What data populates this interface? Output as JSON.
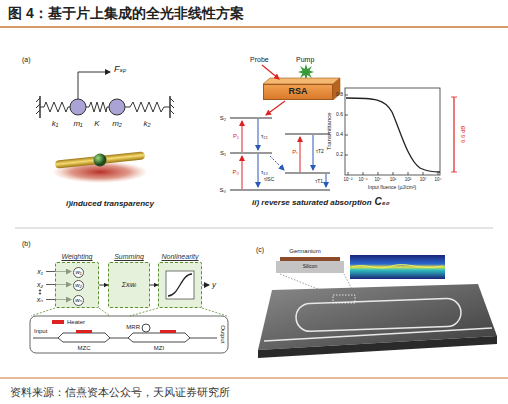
{
  "diagram": {
    "title": "图 4：基于片上集成的全光非线性方案",
    "caption": "资料来源：信熹资本公众号，天风证券研究所",
    "nodes": [
      {
        "text": [
          "RSA"
        ]
      },
      {
        "text": [
          "Weighting"
        ]
      },
      {
        "text": [
          "w₁"
        ],
        "in": 1
      },
      {
        "text": [
          "w₂"
        ],
        "in": 1
      },
      {
        "text": [
          "wₙ"
        ],
        "in": 1
      },
      {
        "text": [
          "Summing",
          "Σxᵢwᵢ"
        ]
      },
      {
        "text": [
          "Nonlinearity"
        ]
      }
    ],
    "edges": [
      {
        "from": 1,
        "to": 5,
        "arrow": "to"
      },
      {
        "from": 5,
        "to": 6,
        "arrow": "to"
      }
    ],
    "labels": [
      "(a)",
      "Fₛₚ",
      "k₁",
      "m₁",
      "K",
      "m₂",
      "k₂",
      "i)induced transparency",
      "Probe",
      "Pump",
      "S₂",
      "S₁",
      "S₀",
      "P₁",
      "P₀",
      "τ₂₁",
      "τ₁₀",
      "τISC",
      "Pₜ",
      "τT2",
      "τT1",
      "Transmittance",
      "0.8",
      "0.6",
      "0.4",
      "0.2",
      "10⁻²",
      "10⁻¹",
      "10⁰",
      "10¹",
      "10²",
      "10³",
      "10⁴",
      "Input fluence (μJ/cm²)",
      "6.6 dB",
      "ii) reverse saturated absorption",
      "C₆₀",
      "(b)",
      "x₁",
      "x₂",
      "xₙ",
      "y",
      "Heater",
      "MRR",
      "Input",
      "Output",
      "MZC",
      "MZI",
      "(c)",
      "Germanium",
      "Silicon"
    ]
  }
}
